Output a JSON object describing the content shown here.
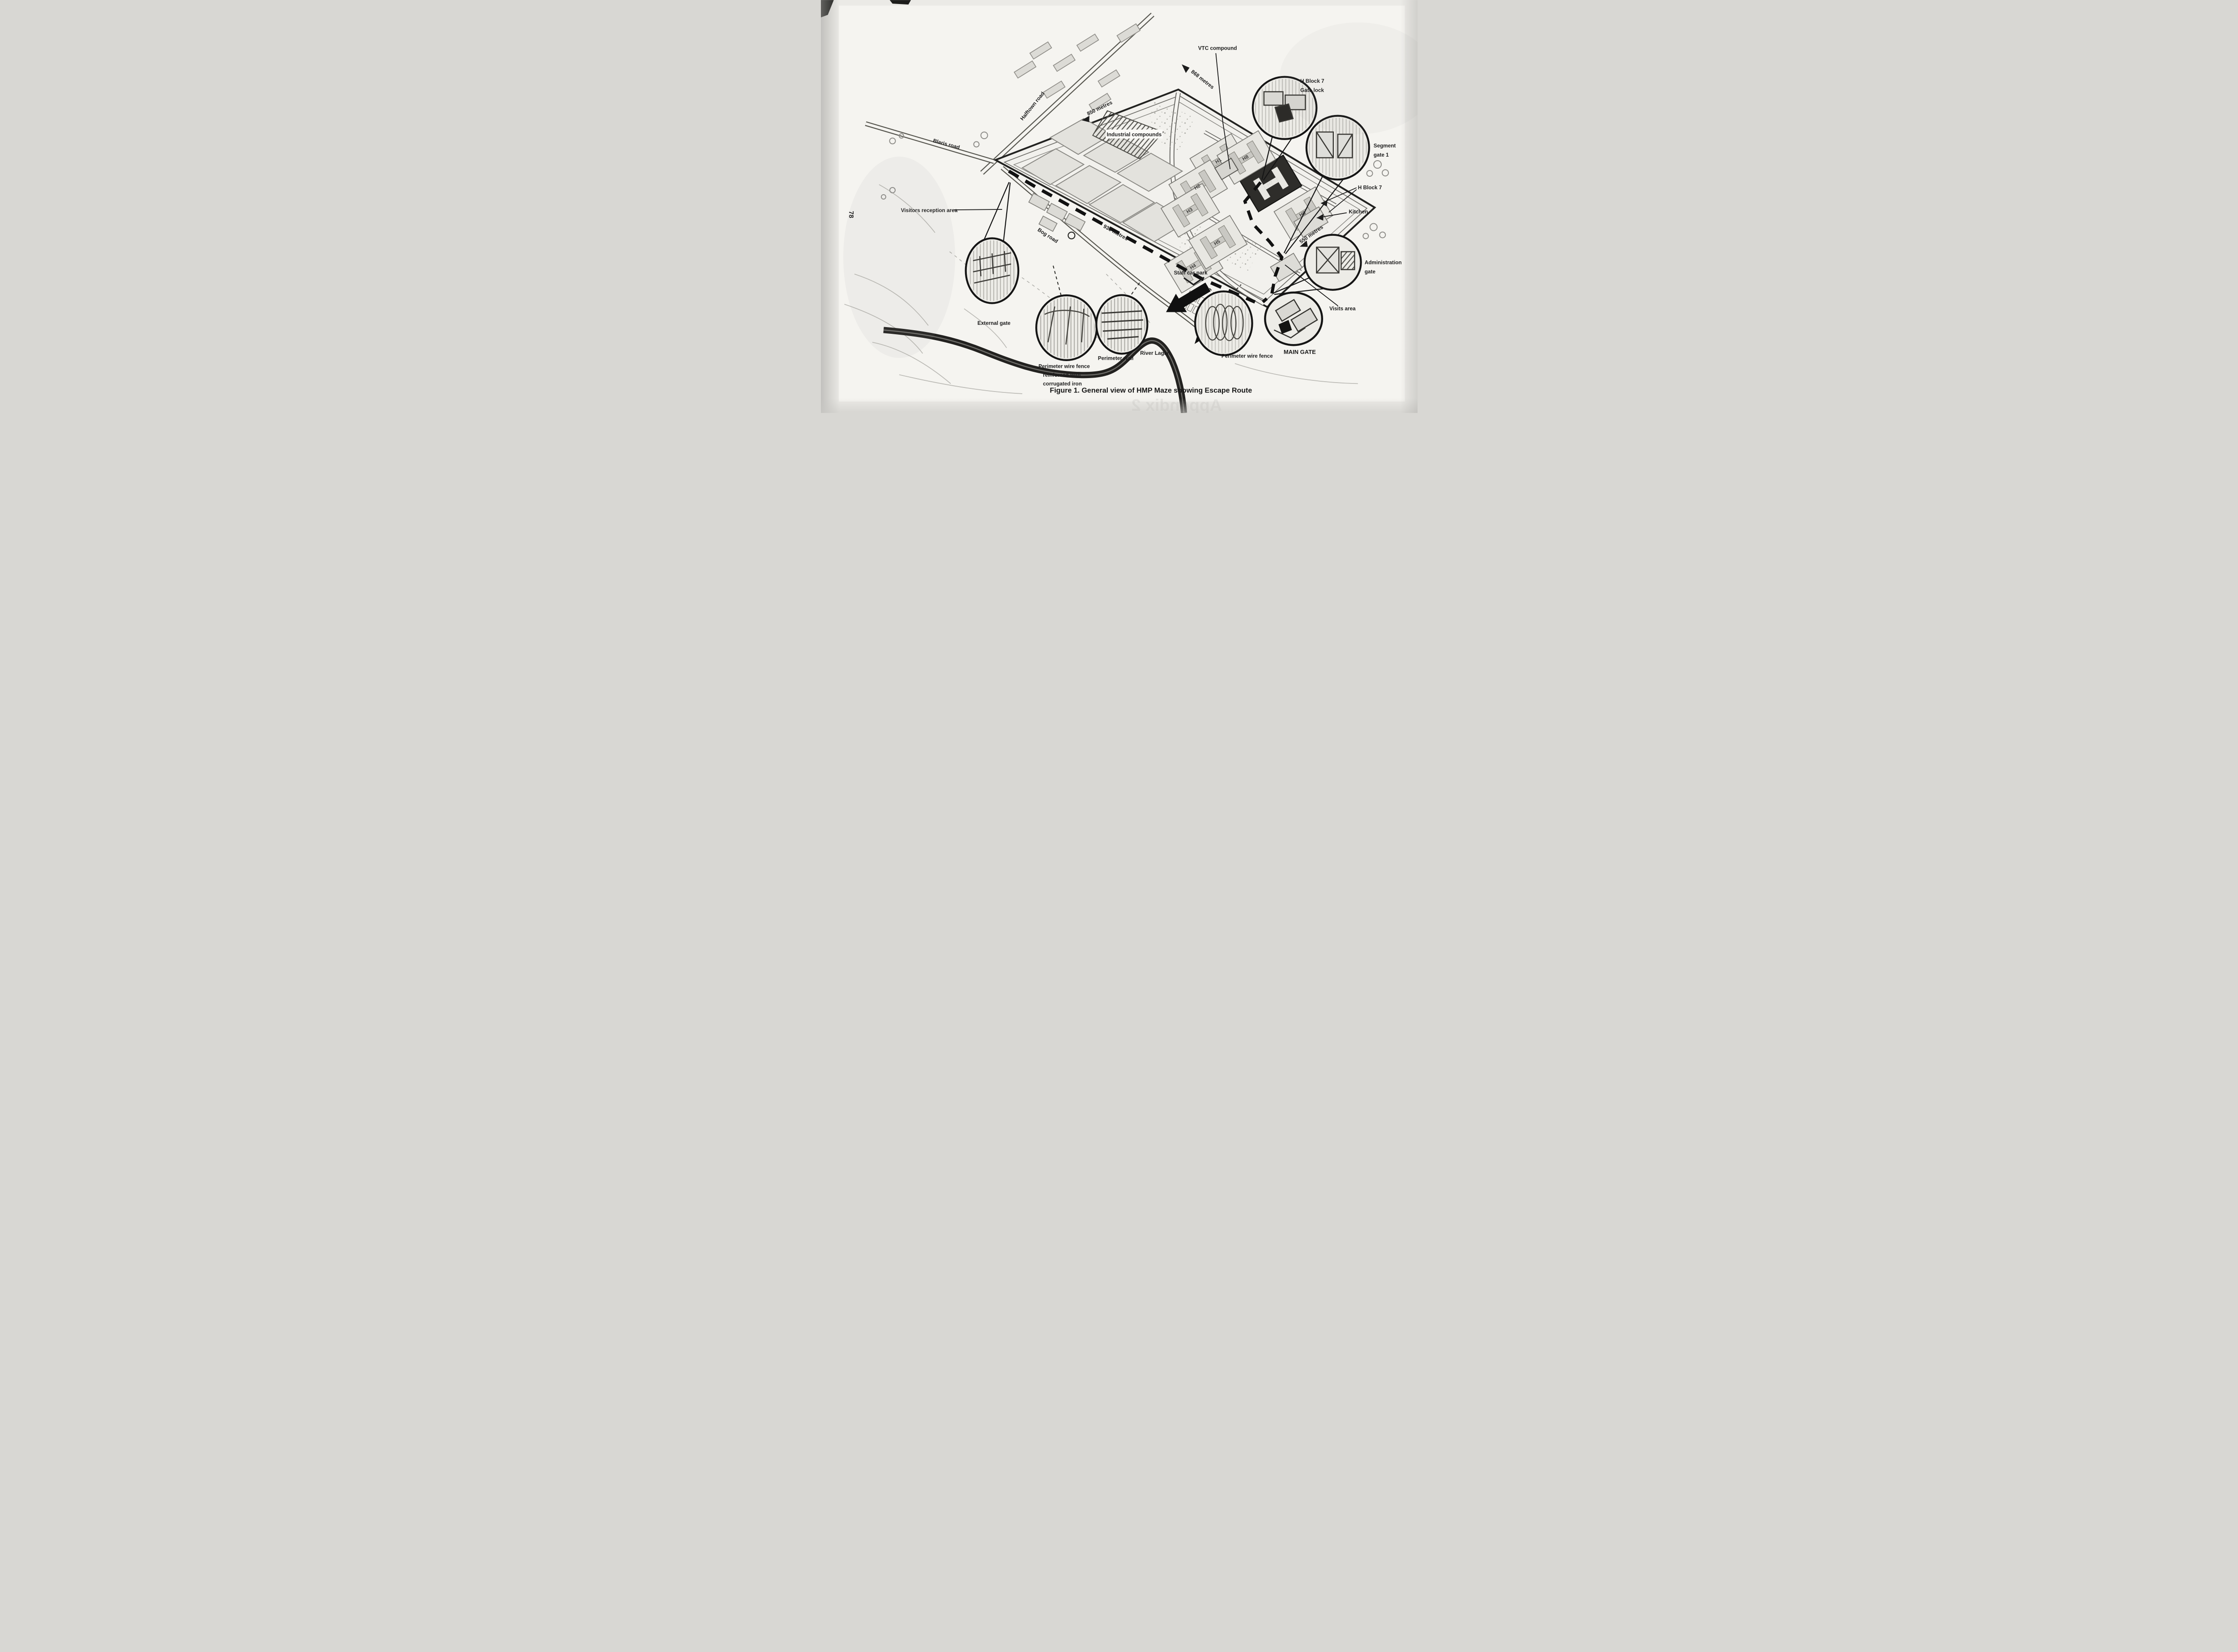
{
  "page": {
    "number": "78",
    "caption": "Figure 1.  General view of HMP Maze showing Escape Route",
    "bleed_text": "Appendix 2"
  },
  "map": {
    "roads": {
      "halftown": "Halftown road",
      "blaris": "Blaris road",
      "bog": "Bog road"
    },
    "river": "River Lagan",
    "distances": {
      "d868": "868 metres",
      "d850": "850 metres",
      "d930": "930 metres",
      "d550": "550 metres"
    },
    "areas": {
      "vtc": "VTC compound",
      "industrial": "Industrial compounds",
      "h_block7": "H Block 7",
      "kitchen": "Kitchen",
      "visits": "Visits area",
      "staff_car_park": "Staff car park",
      "visitors_reception": "Visitors reception area"
    },
    "blocks": [
      "H1",
      "H2",
      "H3",
      "H4",
      "H5",
      "H6",
      "H7",
      "H8"
    ],
    "callouts": {
      "h7_gate_lock": {
        "line1": "H Block 7",
        "line2": "Gate lock"
      },
      "segment_gate": {
        "line1": "Segment",
        "line2": "gate 1"
      },
      "admin_gate": {
        "line1": "Administration",
        "line2": "gate"
      },
      "main_gate": "MAIN GATE",
      "wire_fence_right": "Perimeter wire fence",
      "perimeter_wall": "Perimeter wall",
      "wire_fence_reinforced": {
        "line1": "Perimeter wire fence",
        "line2": "reinforced with",
        "line3": "corrugated iron"
      },
      "external_gate": "External gate"
    }
  },
  "colors": {
    "paper": "#ebeae6",
    "drawing_paper": "#f5f4f0",
    "ink": "#1c1c1c",
    "line_gray": "#8a8984",
    "escape_route": "#111111",
    "river": "#22211f",
    "h7_block_fill": "#2e2d2a"
  }
}
